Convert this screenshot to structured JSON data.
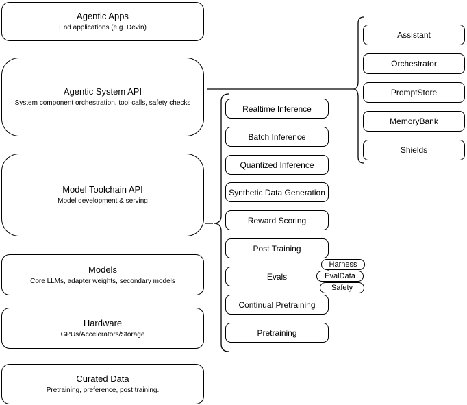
{
  "diagram": {
    "left_stack": [
      {
        "title": "Agentic Apps",
        "subtitle": "End applications (e.g. Devin)"
      },
      {
        "title": "Agentic System API",
        "subtitle": "System component orchestration, tool calls, safety checks"
      },
      {
        "title": "Model Toolchain API",
        "subtitle": "Model development & serving"
      },
      {
        "title": "Models",
        "subtitle": "Core LLMs, adapter weights, secondary models"
      },
      {
        "title": "Hardware",
        "subtitle": "GPUs/Accelerators/Storage"
      },
      {
        "title": "Curated Data",
        "subtitle": "Pretraining, preference, post training."
      }
    ],
    "toolchain_group": {
      "items": [
        "Realtime Inference",
        "Batch Inference",
        "Quantized Inference",
        "Synthetic Data Generation",
        "Reward Scoring",
        "Post Training",
        "Evals",
        "Continual Pretraining",
        "Pretraining"
      ],
      "evals_tags": [
        "Harness",
        "EvalData",
        "Safety"
      ]
    },
    "system_group": {
      "items": [
        "Assistant",
        "Orchestrator",
        "PromptStore",
        "MemoryBank",
        "Shields"
      ]
    },
    "colors": {
      "stroke": "#000000",
      "fill": "#ffffff",
      "text": "#000000"
    }
  }
}
